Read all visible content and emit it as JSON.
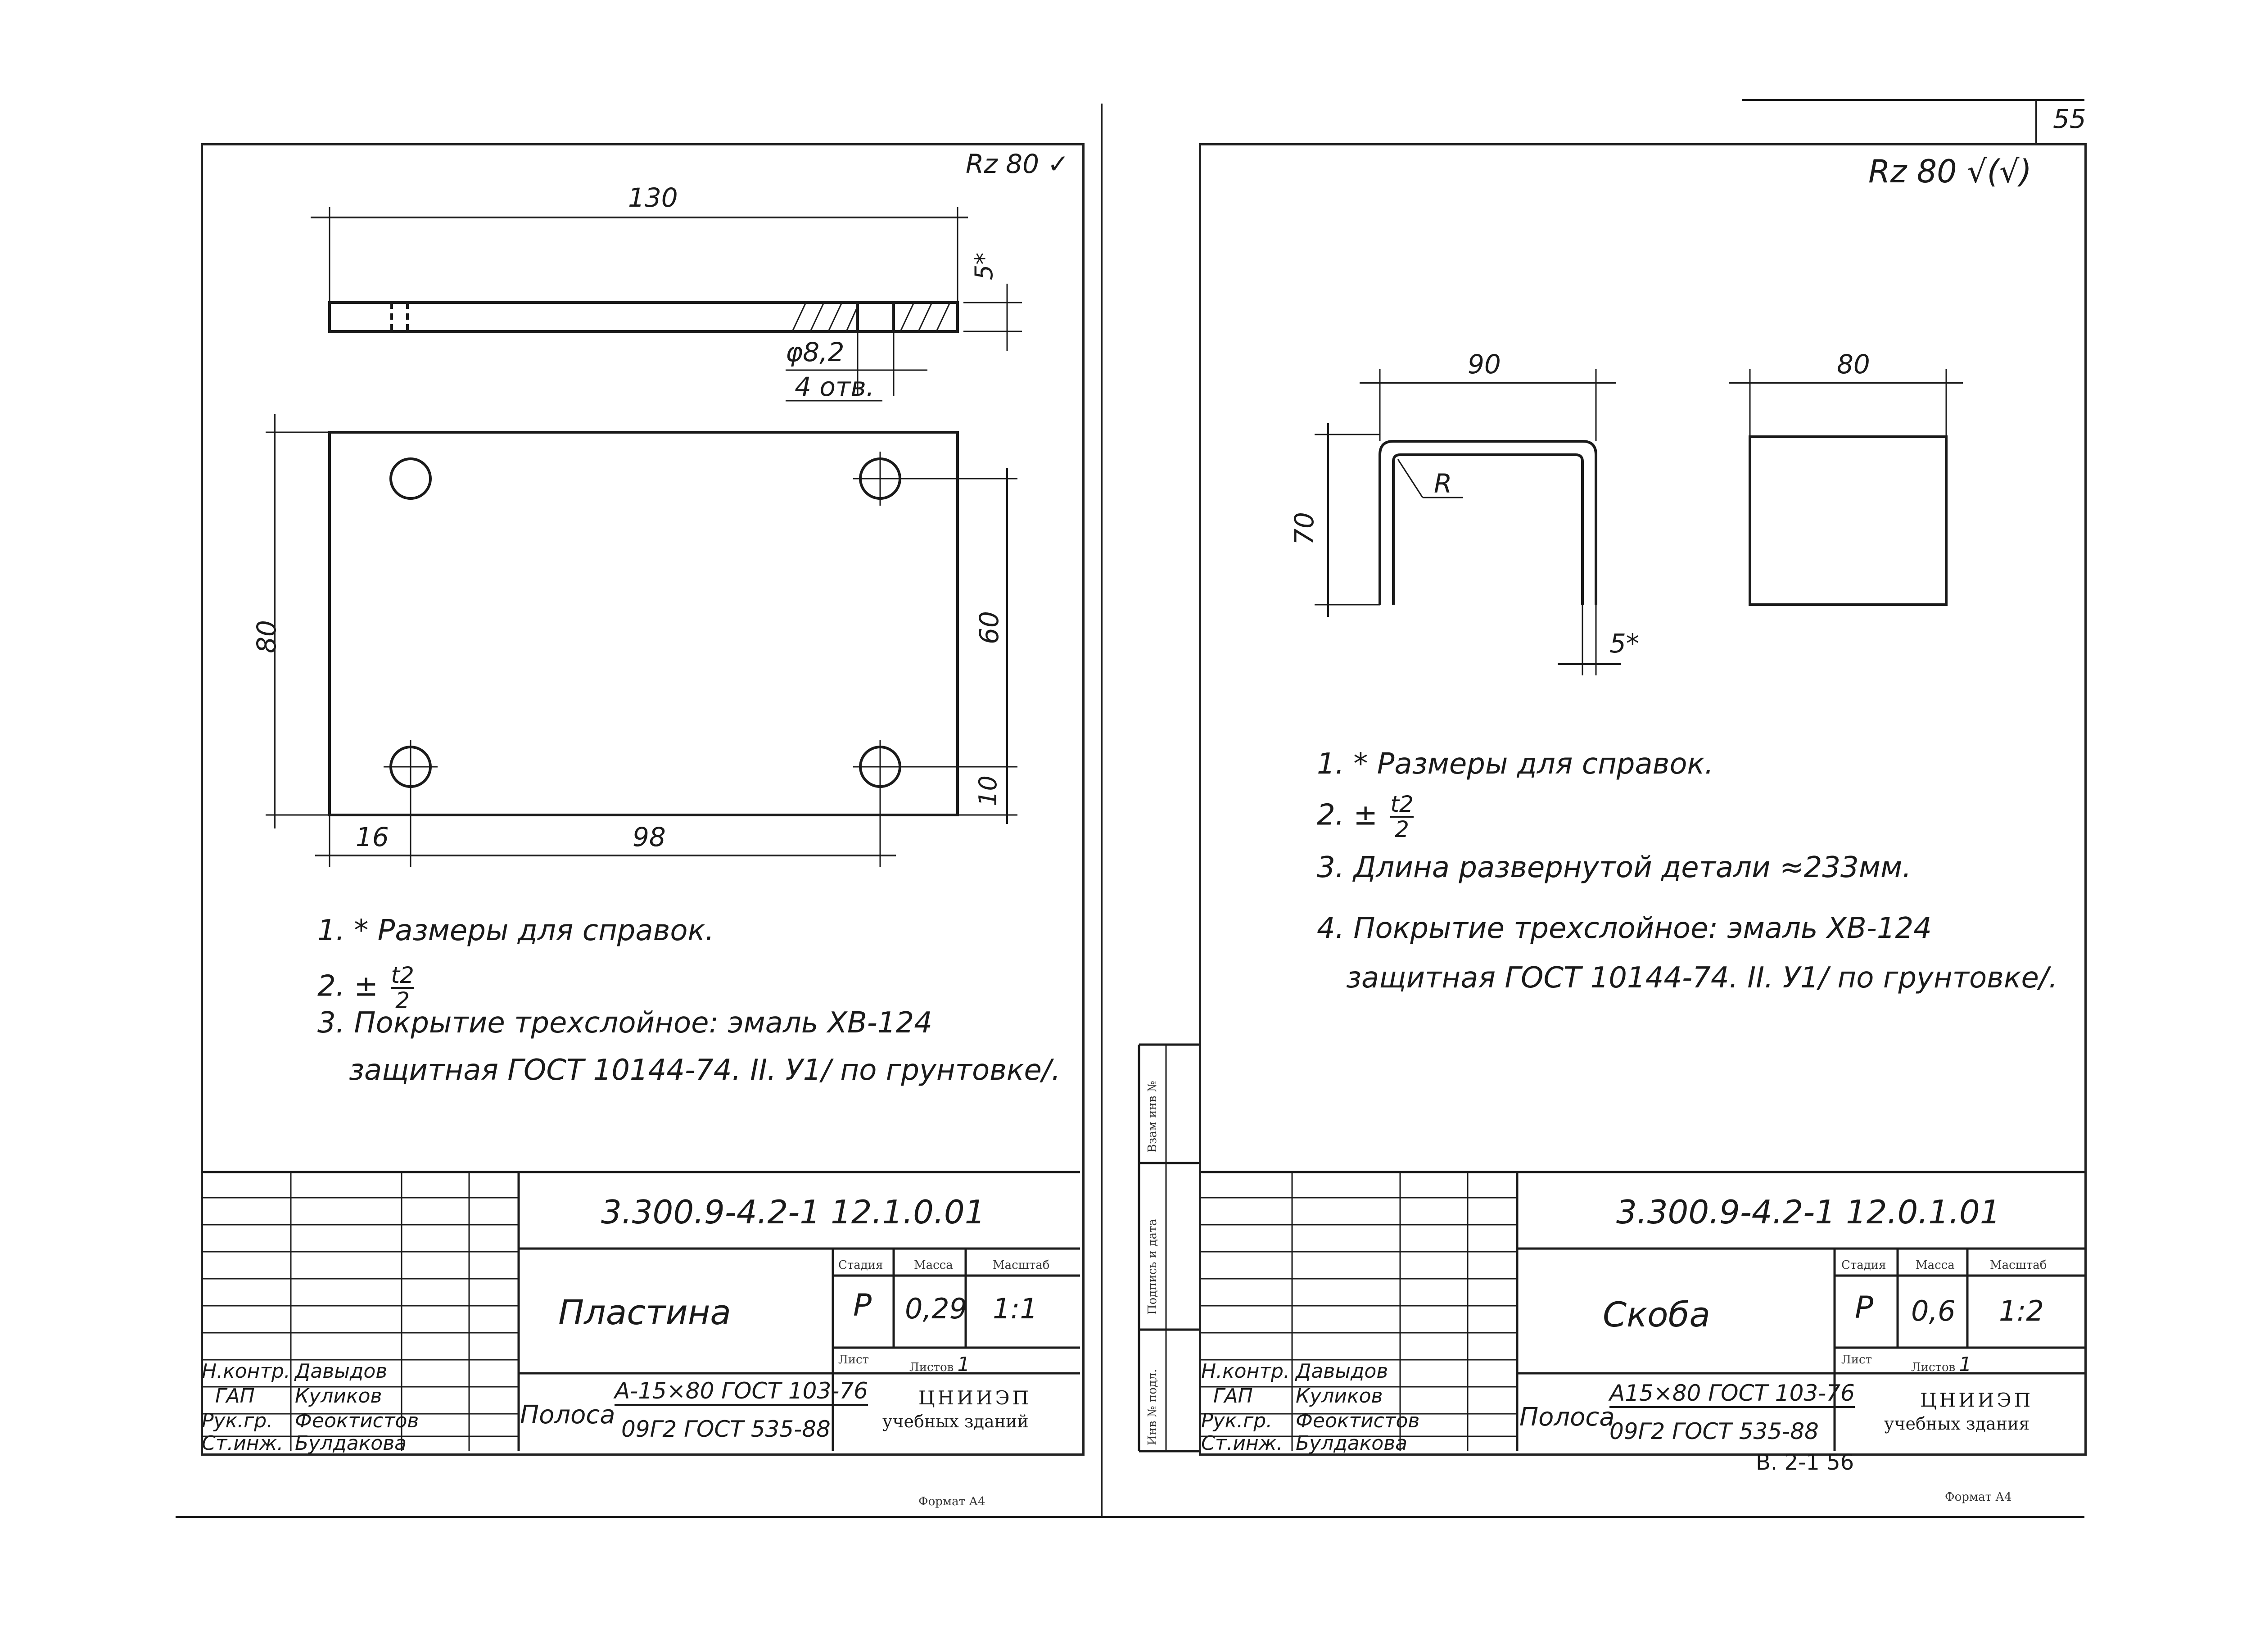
{
  "page_number": "55",
  "left": {
    "roughness": "Rz 80",
    "dims": {
      "length": "130",
      "thickness": "5*",
      "hole_dia": "φ8,2",
      "hole_count": "4 отв.",
      "height": "80",
      "hole_spacing_v": "60",
      "edge_v": "10",
      "edge_h": "16",
      "hole_spacing_h": "98"
    },
    "notes": [
      "1. * Размеры для справок.",
      "2. ±",
      "3. Покрытие трехслойное: эмаль ХВ-124",
      "защитная  ГОСТ 10144-74. II. У1/ по грунтовке/."
    ],
    "tol_num": "t2",
    "tol_den": "2",
    "doc_code": "3.300.9-4.2-1  12.1.0.01",
    "part_name": "Пластина",
    "stage_label": "Стадия",
    "mass_label": "Масса",
    "scale_label": "Масштаб",
    "stage": "Р",
    "mass": "0,29",
    "scale": "1:1",
    "sheet_label": "Лист",
    "sheets_label": "Листов",
    "sheets": "1",
    "material_label": "Полоса",
    "material_top": "А-15×80 ГОСТ 103-76",
    "material_bottom": "09Г2 ГОСТ 535-88",
    "org": "ЦНИИЭП",
    "org_sub": "учебных зданий",
    "roles": [
      "Н.контр.",
      "ГАП",
      "Рук.гр.",
      "Ст.инж."
    ],
    "names": [
      "Давыдов",
      "Куликов",
      "Феоктистов",
      "Булдакова"
    ],
    "format": "Формат А4"
  },
  "right": {
    "roughness": "Rz 80",
    "dims": {
      "width": "90",
      "depth": "80",
      "height": "70",
      "radius": "R",
      "thickness": "5*"
    },
    "notes": [
      "1. * Размеры для справок.",
      "2. ±",
      "3. Длина развернутой детали ≈233мм.",
      "4. Покрытие трехслойное: эмаль ХВ-124",
      "защитная   ГОСТ 10144-74. II. У1/ по грунтовке/."
    ],
    "tol_num": "t2",
    "tol_den": "2",
    "doc_code": "3.300.9-4.2-1  12.0.1.01",
    "part_name": "Скоба",
    "stage_label": "Стадия",
    "mass_label": "Масса",
    "scale_label": "Масштаб",
    "stage": "Р",
    "mass": "0,6",
    "scale": "1:2",
    "sheet_label": "Лист",
    "sheets_label": "Листов",
    "sheets": "1",
    "material_label": "Полоса",
    "material_top": "А15×80 ГОСТ 103-76",
    "material_bottom": "09Г2 ГОСТ 535-88",
    "org": "ЦНИИЭП",
    "org_sub": "учебных здания",
    "roles": [
      "Н.контр.",
      "ГАП",
      "Рук.гр.",
      "Ст.инж."
    ],
    "names": [
      "Давыдов",
      "Куликов",
      "Феоктистов",
      "Булдакова"
    ],
    "side_labels": [
      "Взам инв №",
      "Подпись и дата",
      "Инв № подл."
    ],
    "bottom_ref": "В. 2-1   56",
    "format": "Формат А4"
  }
}
